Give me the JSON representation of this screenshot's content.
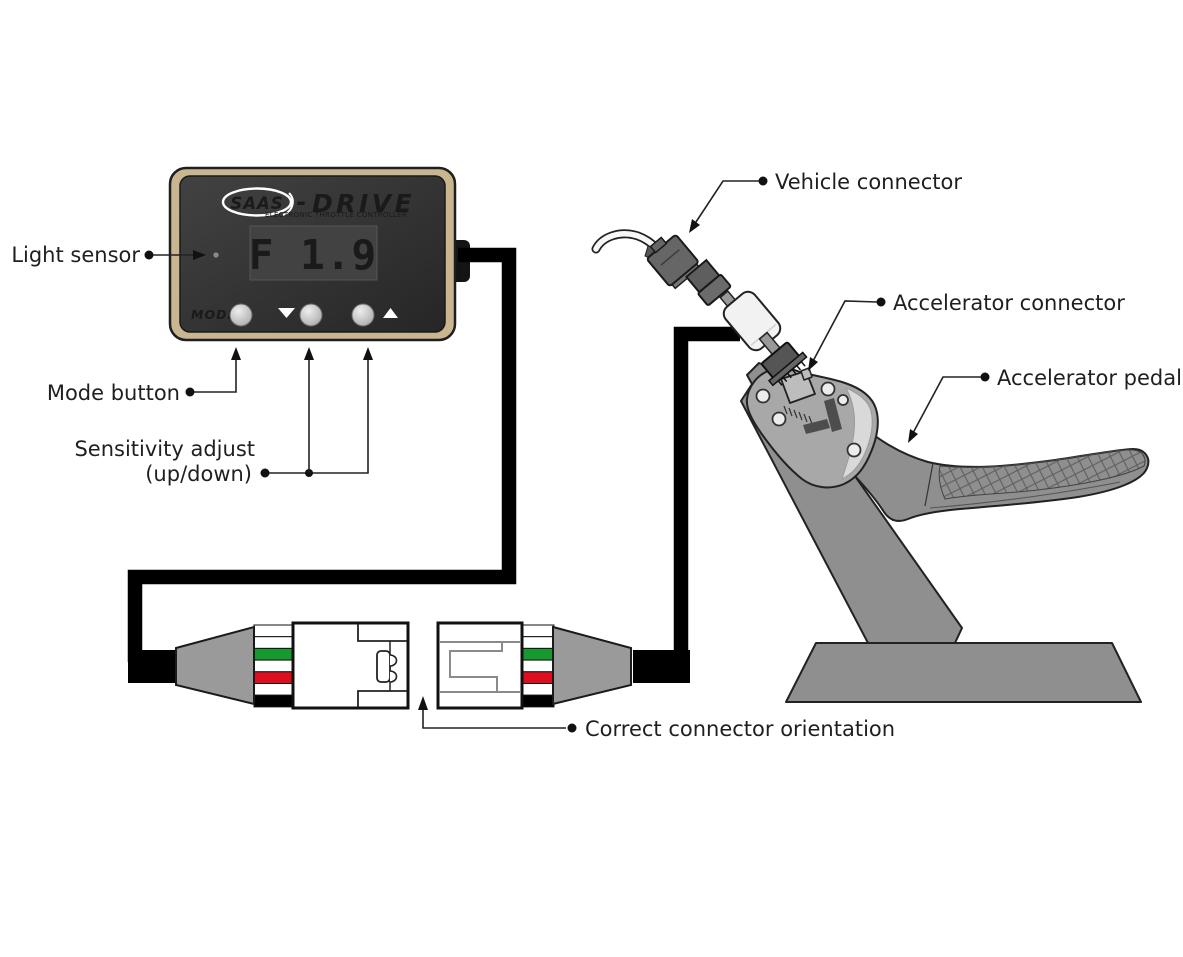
{
  "device": {
    "brand": "SAAS",
    "brand_dash": "-",
    "brand_name": "DRIVE",
    "subtitle": "ELECTRONIC THROTTLE CONTROLLER",
    "display_value": "F 1.9",
    "mode_label": "MODE"
  },
  "callouts": {
    "light_sensor": "Light sensor",
    "mode_button": "Mode button",
    "sensitivity_line1": "Sensitivity adjust",
    "sensitivity_line2": "(up/down)",
    "vehicle_connector": "Vehicle connector",
    "accelerator_connector": "Accelerator connector",
    "accelerator_pedal": "Accelerator pedal",
    "correct_orientation": "Correct connector orientation"
  },
  "colors": {
    "bezel_gold": "#c9b691",
    "device_face_dark": "#333333",
    "display_background": "#424242",
    "display_text_blue": "#4f9ae3",
    "connector_boot_gray": "#9a9a9a",
    "pedal_gray": "#8f8f8f",
    "cable_black": "#000000"
  },
  "wire_stripes": [
    "#ffffff",
    "#ffffff",
    "#169a2f",
    "#ffffff",
    "#dd0f1f",
    "#ffffff",
    "#000000"
  ]
}
